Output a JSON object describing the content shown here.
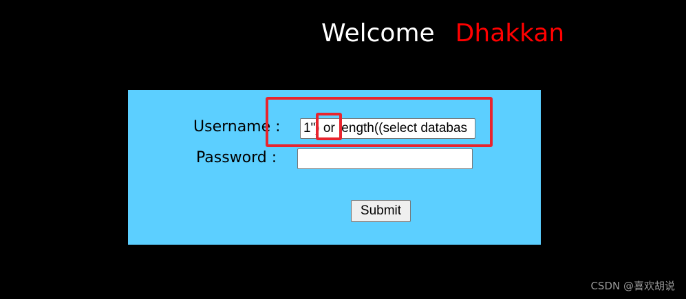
{
  "header": {
    "welcome_word": "Welcome",
    "user_name": "Dhakkan"
  },
  "form": {
    "username_label": "Username :",
    "username_value": "1\") or length((select databas",
    "password_label": "Password :",
    "password_value": "",
    "submit_label": "Submit"
  },
  "watermark": {
    "text": "CSDN @喜欢胡说"
  },
  "colors": {
    "background": "#000000",
    "panel": "#5ccfff",
    "welcome_name": "#ff0000",
    "highlight": "#e8242d"
  }
}
